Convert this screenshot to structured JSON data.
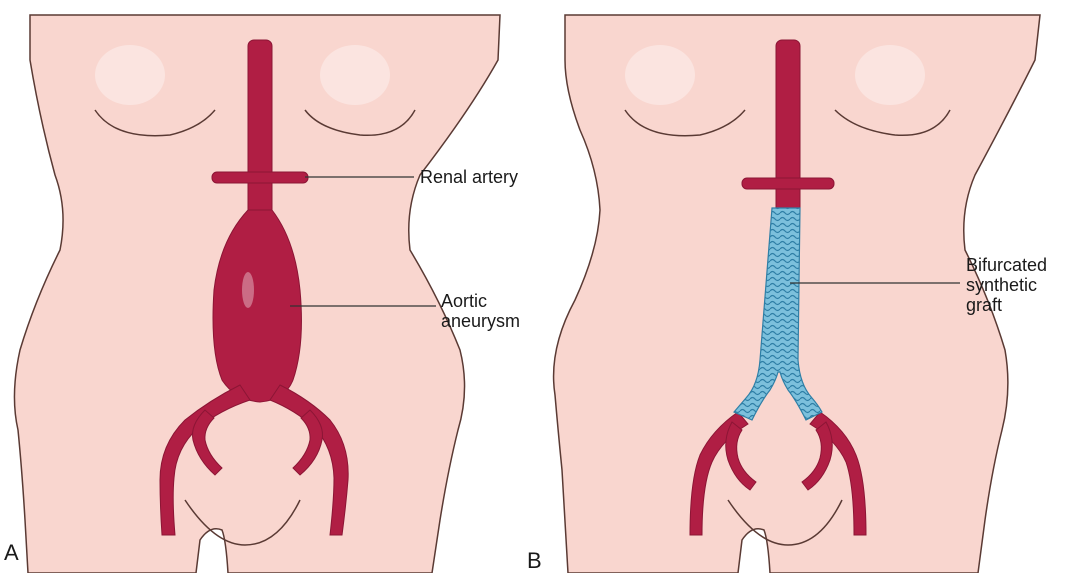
{
  "panels": [
    {
      "letter": "A"
    },
    {
      "letter": "B"
    }
  ],
  "labels": {
    "renal_artery": "Renal artery",
    "aortic_aneurysm": "Aortic\naneurysm",
    "bifurcated_graft": "Bifurcated\nsynthetic\ngraft"
  },
  "colors": {
    "skin": "#f9d6cf",
    "skin_outline": "#5a3a34",
    "artery": "#b01e44",
    "artery_dark": "#8c1535",
    "graft": "#6fb7d6",
    "graft_line": "#2f7fa6",
    "leader_line": "#333333"
  }
}
